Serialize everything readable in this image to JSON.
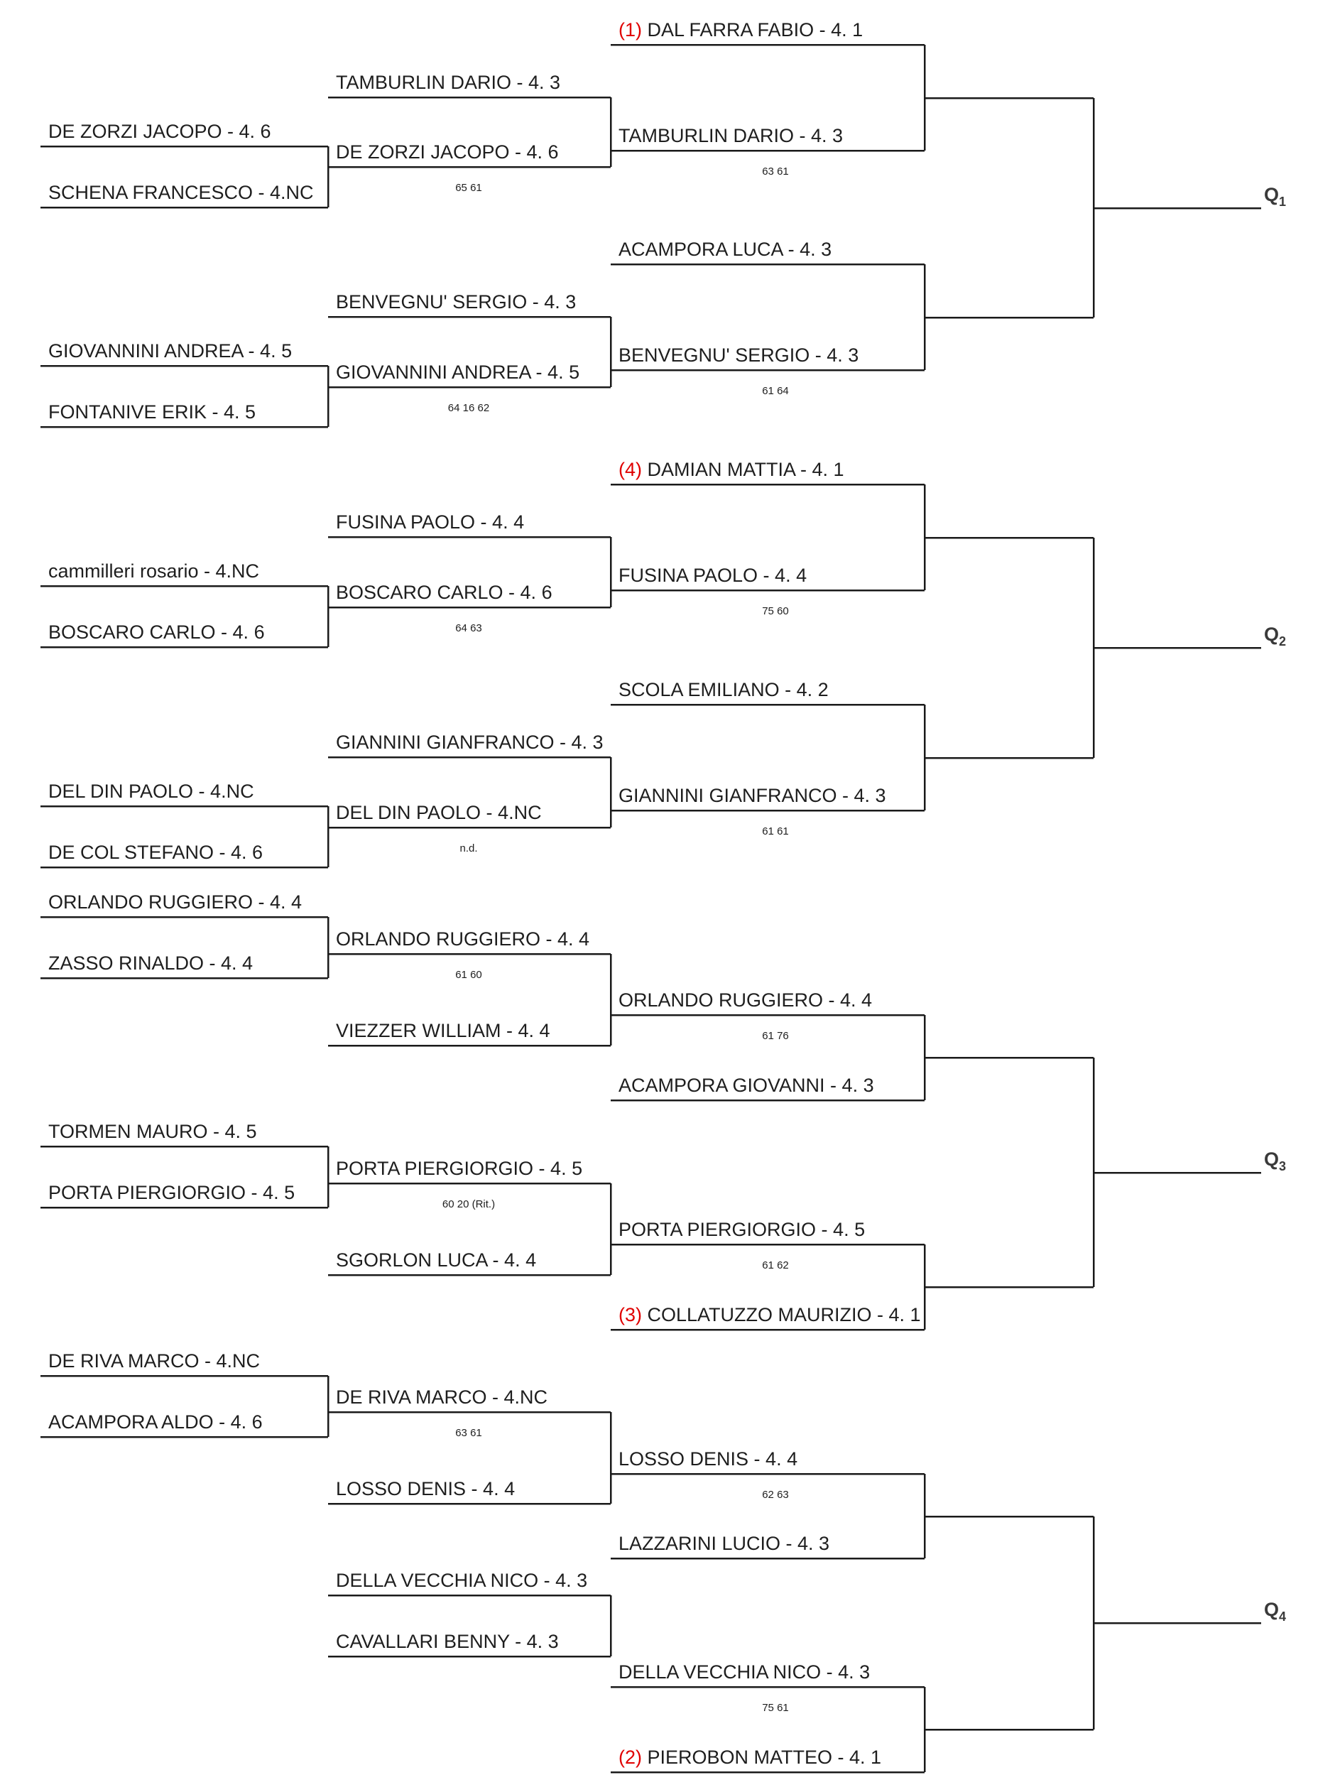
{
  "colors": {
    "line": "#1a1a1a",
    "text": "#1e1e1e",
    "seed": "#e00000",
    "qualifier": "#3a3a3a"
  },
  "round1": [
    "DE ZORZI JACOPO - 4. 6",
    "SCHENA FRANCESCO - 4.NC",
    "GIOVANNINI ANDREA - 4. 5",
    "FONTANIVE ERIK - 4. 5",
    "cammilleri rosario - 4.NC",
    "BOSCARO CARLO - 4. 6",
    "DEL DIN PAOLO - 4.NC",
    "DE COL STEFANO - 4. 6",
    "ORLANDO RUGGIERO - 4. 4",
    "ZASSO RINALDO - 4. 4",
    "TORMEN MAURO - 4. 5",
    "PORTA PIERGIORGIO - 4. 5",
    "DE RIVA MARCO - 4.NC",
    "ACAMPORA ALDO - 4. 6"
  ],
  "round2": [
    {
      "name": "TAMBURLIN DARIO - 4. 3"
    },
    {
      "name": "DE ZORZI JACOPO - 4. 6",
      "score": "65 61"
    },
    {
      "name": "BENVEGNU' SERGIO - 4. 3"
    },
    {
      "name": "GIOVANNINI ANDREA - 4. 5",
      "score": "64 16 62"
    },
    {
      "name": "FUSINA PAOLO - 4. 4"
    },
    {
      "name": "BOSCARO CARLO - 4. 6",
      "score": "64 63"
    },
    {
      "name": "GIANNINI GIANFRANCO - 4. 3"
    },
    {
      "name": "DEL DIN PAOLO - 4.NC",
      "score": "n.d."
    },
    {
      "name": "ORLANDO RUGGIERO - 4. 4",
      "score": "61 60"
    },
    {
      "name": "VIEZZER WILLIAM - 4. 4"
    },
    {
      "name": "PORTA PIERGIORGIO - 4. 5",
      "score": "60 20 (Rit.)"
    },
    {
      "name": "SGORLON LUCA - 4. 4"
    },
    {
      "name": "DE RIVA MARCO - 4.NC",
      "score": "63 61"
    },
    {
      "name": "LOSSO DENIS - 4. 4"
    },
    {
      "name": "DELLA VECCHIA NICO - 4. 3"
    },
    {
      "name": "CAVALLARI BENNY - 4. 3"
    }
  ],
  "round3": [
    {
      "seed": "(1)",
      "name": " DAL FARRA FABIO - 4. 1"
    },
    {
      "name": "TAMBURLIN DARIO - 4. 3",
      "score": "63 61"
    },
    {
      "name": "ACAMPORA LUCA - 4. 3"
    },
    {
      "name": "BENVEGNU' SERGIO - 4. 3",
      "score": "61 64"
    },
    {
      "seed": "(4)",
      "name": " DAMIAN MATTIA - 4. 1"
    },
    {
      "name": "FUSINA PAOLO - 4. 4",
      "score": "75 60"
    },
    {
      "name": "SCOLA EMILIANO - 4. 2"
    },
    {
      "name": "GIANNINI GIANFRANCO - 4. 3",
      "score": "61 61"
    },
    {
      "name": "ORLANDO RUGGIERO - 4. 4",
      "score": "61 76"
    },
    {
      "name": "ACAMPORA GIOVANNI - 4. 3"
    },
    {
      "name": "PORTA PIERGIORGIO - 4. 5",
      "score": "61 62"
    },
    {
      "seed": "(3)",
      "name": " COLLATUZZO MAURIZIO - 4. 1"
    },
    {
      "name": "LOSSO DENIS - 4. 4",
      "score": "62 63"
    },
    {
      "name": "LAZZARINI LUCIO - 4. 3"
    },
    {
      "name": "DELLA VECCHIA NICO - 4. 3",
      "score": "75 61"
    },
    {
      "seed": "(2)",
      "name": " PIEROBON MATTEO - 4. 1"
    }
  ],
  "qualifiers": [
    {
      "letter": "Q",
      "index": "1"
    },
    {
      "letter": "Q",
      "index": "2"
    },
    {
      "letter": "Q",
      "index": "3"
    },
    {
      "letter": "Q",
      "index": "4"
    }
  ]
}
